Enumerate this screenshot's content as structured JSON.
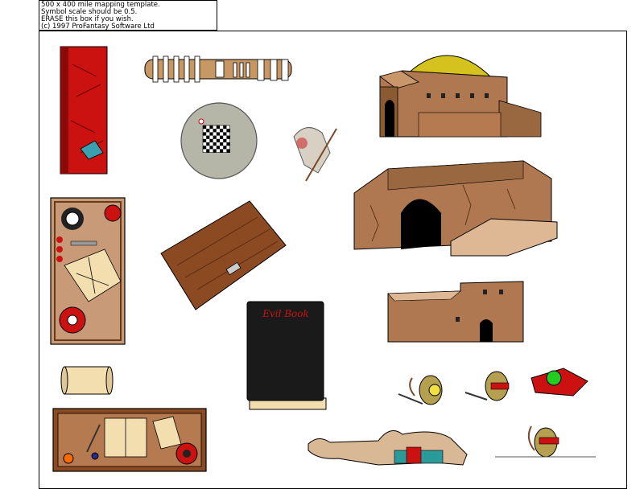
{
  "template_note": {
    "lines": [
      "500 x 400 mile mapping template.",
      "Symbol scale should be 0.5.",
      "ERASE this box if you wish.",
      "(c) 1997 ProFantasy Software Ltd"
    ]
  },
  "book": {
    "title": "Evil Book"
  },
  "colors": {
    "wood": "#8b4a22",
    "wood_light": "#b57a50",
    "mud": "#b07850",
    "mud_dark": "#7a4a28",
    "dome": "#d6c21e",
    "red": "#cc1111",
    "book_black": "#1a1a1a",
    "parchment": "#f3deb0",
    "stone_gray": "#b5b5a8"
  }
}
